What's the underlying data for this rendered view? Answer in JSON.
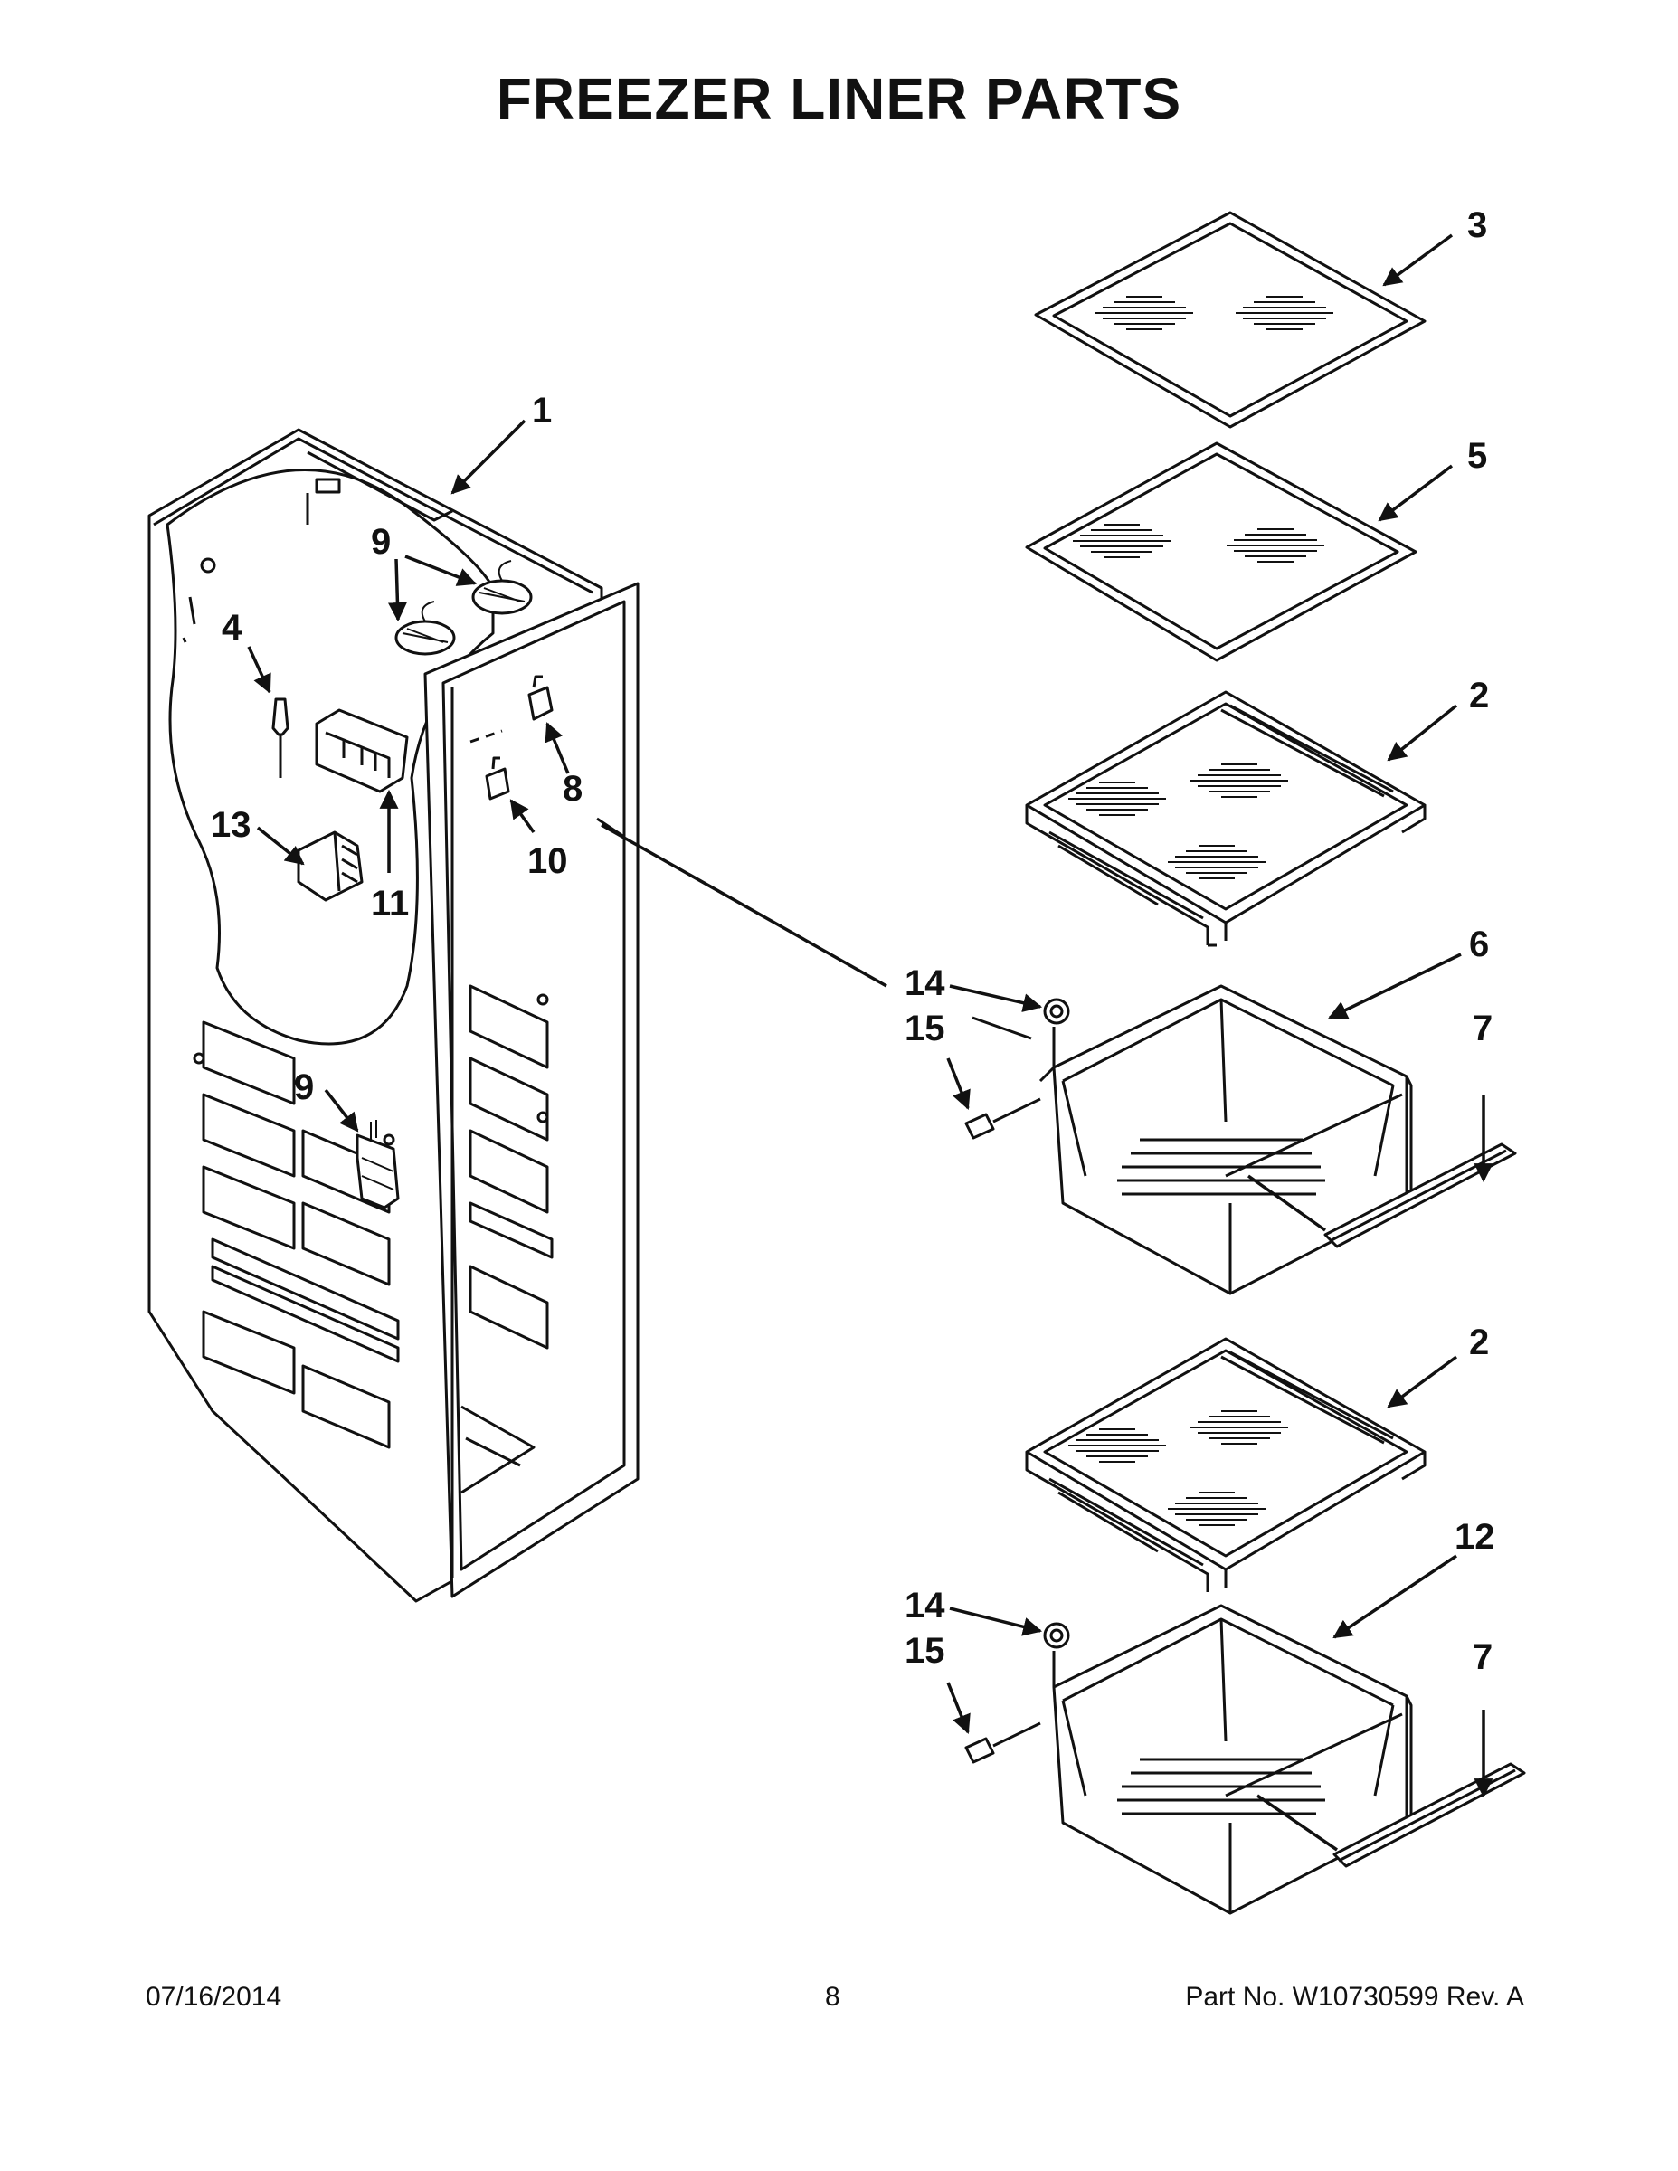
{
  "title": "FREEZER LINER PARTS",
  "callouts": {
    "c1": "1",
    "c2a": "2",
    "c2b": "2",
    "c3": "3",
    "c4": "4",
    "c5": "5",
    "c6": "6",
    "c7a": "7",
    "c7b": "7",
    "c8": "8",
    "c9a": "9",
    "c9b": "9",
    "c10": "10",
    "c11": "11",
    "c12": "12",
    "c13": "13",
    "c14a": "14",
    "c14b": "14",
    "c15a": "15",
    "c15b": "15"
  },
  "footer": {
    "date": "07/16/2014",
    "page": "8",
    "part": "Part No.  W10730599  Rev.  A"
  }
}
